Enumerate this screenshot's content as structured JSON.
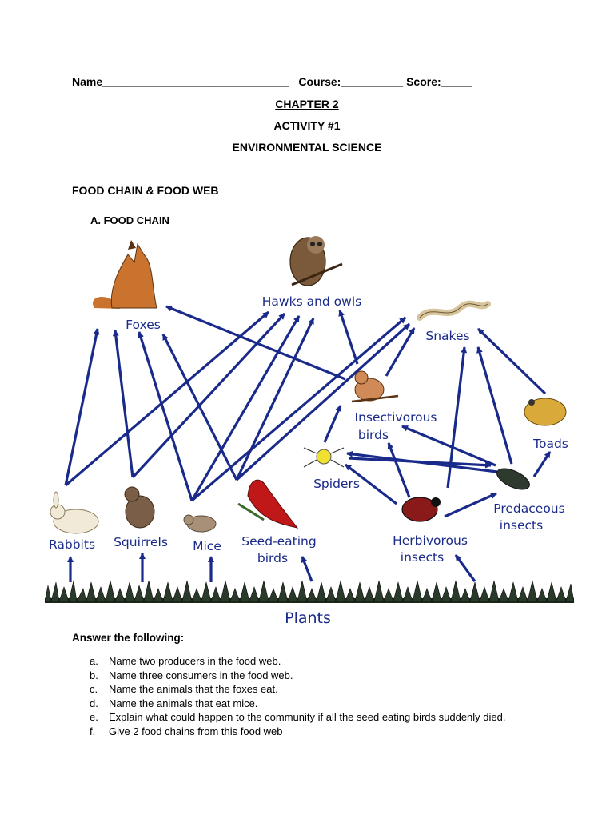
{
  "header": {
    "name_label": "Name",
    "name_blank": "______________________________",
    "course_label": "Course:",
    "course_blank": "__________",
    "score_label": "Score:",
    "score_blank": "_____"
  },
  "titles": {
    "chapter": "CHAPTER 2",
    "activity": "ACTIVITY #1",
    "subject": "ENVIRONMENTAL SCIENCE"
  },
  "section": {
    "title": "FOOD CHAIN & FOOD WEB",
    "subsection": "A.  FOOD CHAIN"
  },
  "food_web": {
    "labels": {
      "foxes": "Foxes",
      "hawks_owls": "Hawks and owls",
      "snakes": "Snakes",
      "insectivorous_1": "Insectivorous",
      "insectivorous_2": "birds",
      "toads": "Toads",
      "spiders": "Spiders",
      "predaceous_1": "Predaceous",
      "predaceous_2": "insects",
      "rabbits": "Rabbits",
      "squirrels": "Squirrels",
      "mice": "Mice",
      "seed_1": "Seed-eating",
      "seed_2": "birds",
      "herbivorous_1": "Herbivorous",
      "herbivorous_2": "insects",
      "plants": "Plants"
    },
    "arrow_color": "#1a2a8a"
  },
  "questions": {
    "title": "Answer the following:",
    "items": [
      {
        "letter": "a.",
        "text": "Name two producers in the food web."
      },
      {
        "letter": "b.",
        "text": "Name three consumers in the food web."
      },
      {
        "letter": "c.",
        "text": "Name the animals that the foxes eat."
      },
      {
        "letter": "d.",
        "text": "Name the animals that eat mice."
      },
      {
        "letter": "e.",
        "text": "Explain what could happen to the community if all the seed eating birds suddenly died."
      },
      {
        "letter": "f.",
        "text": "Give 2 food chains from this food web"
      }
    ]
  }
}
